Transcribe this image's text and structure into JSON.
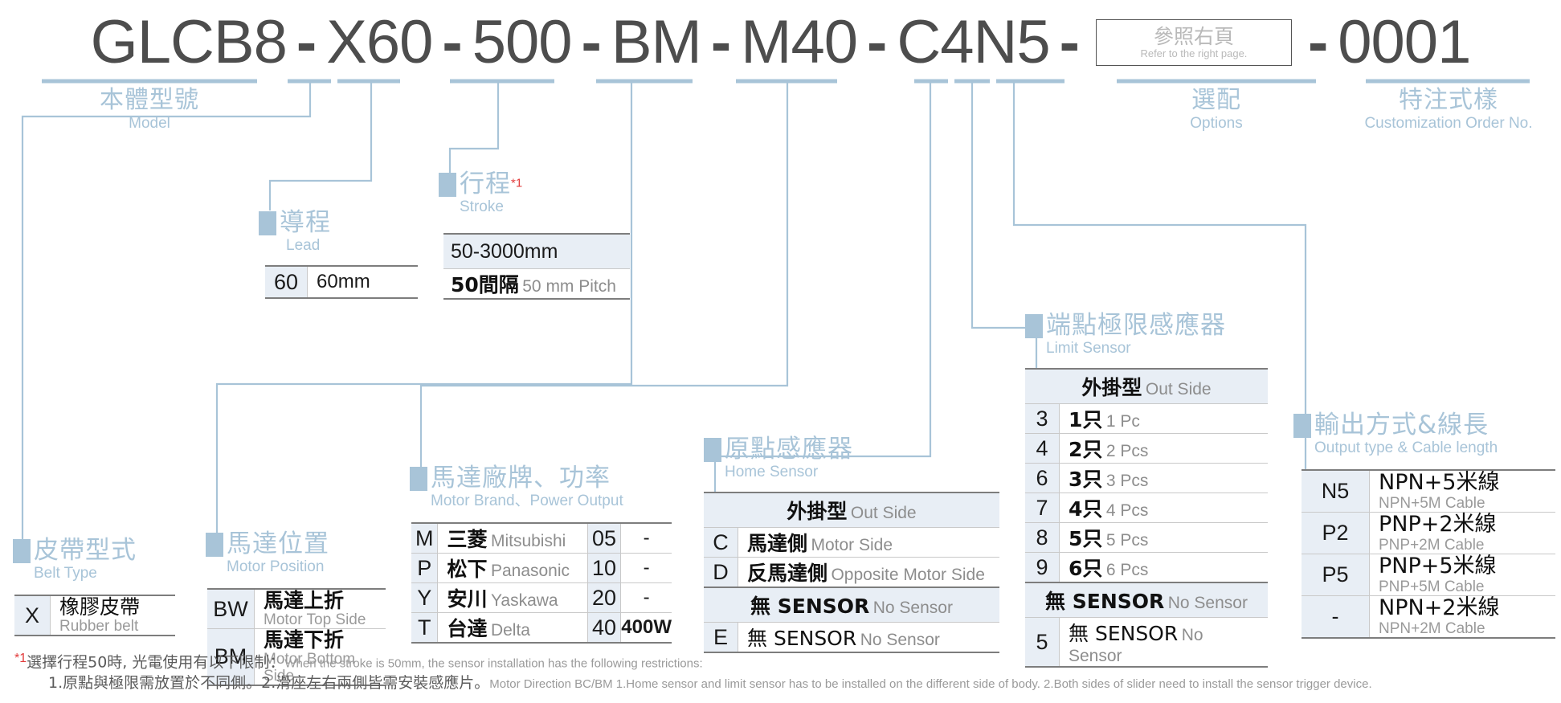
{
  "product_code": {
    "segments": [
      {
        "type": "text",
        "value": "GLCB8"
      },
      {
        "type": "dash",
        "value": "-"
      },
      {
        "type": "text",
        "value": "X60"
      },
      {
        "type": "dash",
        "value": "-"
      },
      {
        "type": "text",
        "value": "500"
      },
      {
        "type": "dash",
        "value": "-"
      },
      {
        "type": "text",
        "value": "BM"
      },
      {
        "type": "dash",
        "value": "-"
      },
      {
        "type": "text",
        "value": "M40"
      },
      {
        "type": "dash",
        "value": "-"
      },
      {
        "type": "text",
        "value": "C4N5"
      },
      {
        "type": "dash",
        "value": "-"
      },
      {
        "type": "box",
        "zh": "參照右頁",
        "en": "Refer to the right page."
      },
      {
        "type": "dash",
        "value": "-"
      },
      {
        "type": "text",
        "value": "0001"
      }
    ]
  },
  "header_labels": {
    "model": {
      "zh": "本體型號",
      "en": "Model"
    },
    "options": {
      "zh": "選配",
      "en": "Options"
    },
    "customization": {
      "zh": "特注式樣",
      "en": "Customization Order No."
    }
  },
  "callouts": {
    "lead": {
      "zh": "導程",
      "en": "Lead"
    },
    "stroke": {
      "zh": "行程",
      "en": "Stroke",
      "footnote_mark": "*1"
    },
    "belt_type": {
      "zh": "皮帶型式",
      "en": "Belt Type"
    },
    "motor_position": {
      "zh": "馬達位置",
      "en": "Motor Position"
    },
    "motor_brand": {
      "zh": "馬達廠牌、功率",
      "en": "Motor Brand、Power Output"
    },
    "home_sensor": {
      "zh": "原點感應器",
      "en": "Home Sensor"
    },
    "limit_sensor": {
      "zh": "端點極限感應器",
      "en": "Limit Sensor"
    },
    "output_type": {
      "zh": "輸出方式&線長",
      "en": "Output type & Cable length"
    }
  },
  "tables": {
    "lead": {
      "rows": [
        {
          "key": "60",
          "val": "60mm"
        }
      ]
    },
    "stroke": {
      "band": "50-3000mm",
      "rows": [
        {
          "zh": "50間隔",
          "en": "50 mm Pitch"
        }
      ]
    },
    "belt_type": {
      "rows": [
        {
          "key": "X",
          "zh": "橡膠皮帶",
          "en": "Rubber belt"
        }
      ]
    },
    "motor_position": {
      "rows": [
        {
          "key": "BW",
          "zh": "馬達上折",
          "en": "Motor Top Side"
        },
        {
          "key": "BM",
          "zh": "馬達下折",
          "en": "Motor Bottom Side"
        }
      ]
    },
    "motor_brand": {
      "rows": [
        {
          "key": "M",
          "zh": "三菱",
          "en": "Mitsubishi",
          "power_key": "05",
          "power_val": "-"
        },
        {
          "key": "P",
          "zh": "松下",
          "en": "Panasonic",
          "power_key": "10",
          "power_val": "-"
        },
        {
          "key": "Y",
          "zh": "安川",
          "en": "Yaskawa",
          "power_key": "20",
          "power_val": "-"
        },
        {
          "key": "T",
          "zh": "台達",
          "en": "Delta",
          "power_key": "40",
          "power_val": "400W"
        }
      ]
    },
    "home_sensor": {
      "band1": {
        "zh": "外掛型",
        "en": "Out Side"
      },
      "rows1": [
        {
          "key": "C",
          "zh": "馬達側",
          "en": "Motor Side"
        },
        {
          "key": "D",
          "zh": "反馬達側",
          "en": "Opposite Motor Side"
        }
      ],
      "band2": {
        "zh": "無 SENSOR",
        "en": "No Sensor"
      },
      "rows2": [
        {
          "key": "E",
          "zh": "無 SENSOR",
          "en": "No Sensor"
        }
      ]
    },
    "limit_sensor": {
      "band1": {
        "zh": "外掛型",
        "en": "Out Side"
      },
      "rows1": [
        {
          "key": "3",
          "zh": "1只",
          "en": "1 Pc"
        },
        {
          "key": "4",
          "zh": "2只",
          "en": "2 Pcs"
        },
        {
          "key": "6",
          "zh": "3只",
          "en": "3 Pcs"
        },
        {
          "key": "7",
          "zh": "4只",
          "en": "4 Pcs"
        },
        {
          "key": "8",
          "zh": "5只",
          "en": "5 Pcs"
        },
        {
          "key": "9",
          "zh": "6只",
          "en": "6 Pcs"
        }
      ],
      "band2": {
        "zh": "無 SENSOR",
        "en": "No Sensor"
      },
      "rows2": [
        {
          "key": "5",
          "zh": "無 SENSOR",
          "en": "No Sensor"
        }
      ]
    },
    "output_type": {
      "rows": [
        {
          "key": "N5",
          "zh": "NPN+5米線",
          "en": "NPN+5M Cable"
        },
        {
          "key": "P2",
          "zh": "PNP+2米線",
          "en": "PNP+2M Cable"
        },
        {
          "key": "P5",
          "zh": "PNP+5米線",
          "en": "PNP+5M Cable"
        },
        {
          "key": "-",
          "zh": "NPN+2米線",
          "en": "NPN+2M Cable"
        }
      ]
    }
  },
  "footnote": {
    "mark": "*1",
    "line1_zh": "選擇行程50時, 光電使用有以下限制：",
    "line1_en": "When the stroke is 50mm, the sensor installation has  the following restrictions:",
    "line2_zh": "1.原點與極限需放置於不同側。2.滑座左右兩側皆需安裝感應片。",
    "line2_en": "Motor Direction BC/BM 1.Home sensor and limit sensor has to be installed on the different side of body.  2.Both sides of slider need to install the sensor trigger device."
  },
  "colors": {
    "wire": "#a8c4d8",
    "code_text": "#4d4d4d",
    "band": "#e8eef5",
    "rule": "#7d7d7d",
    "red": "#e23c3c"
  }
}
